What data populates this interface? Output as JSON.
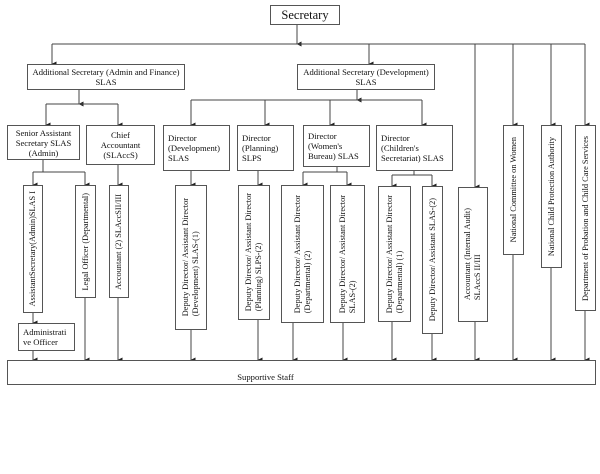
{
  "nodes": {
    "secretary": "Secretary",
    "add_sec_admin": "Additional Secretary (Admin and Finance)\nSLAS",
    "add_sec_dev": "Additional Secretary (Development)\nSLAS",
    "senior_asst_sec": "Senior Assistant\nSecretary SLAS\n(Admin)",
    "chief_accountant": "Chief\nAccountant\n(SLAccS)",
    "dir_development": "Director\n(Development)\nSLAS",
    "dir_planning": "Director\n(Planning)\nSLPS",
    "dir_womens": "Director\n(Women's\nBureau) SLAS",
    "dir_childrens": "Director\n(Children's\nSecretariat) SLAS",
    "asst_secretary": "AssistantSecretary(Admin)SLAS I",
    "legal_officer": "Legal Officer (Departmental)",
    "accountant_2": "Accountant (2) SLAccSII/III",
    "dd_development": "Deputy Director/ Assistant Director\n(Development) SLAS-(1)",
    "dd_planning": "Deputy Director/ Assistant Director\n(Planning) SLPS-(2)",
    "dd_womens_dept": "Deputy Director/ Assistant Director\n(Departmental) (2)",
    "dd_womens_slas": "Deputy Director/ Assistant Director\nSLAS-(2)",
    "dd_children_dept": "Deputy Director/ Assistant Director\n(Departmental) (1)",
    "dd_children_slas": "Deputy Director/ Assistant  SLAS-(2)",
    "accountant_internal_audit": "Accountant (Internal Audit)\nSLAccS II/III",
    "national_committee_women": "National Committee on Women",
    "national_child_protection": "National Child Protection Authority",
    "dept_probation": "Department of Probation and  Child Care Services",
    "admin_officer": "Administrati\nve Officer",
    "supportive_staff": "Supportive Staff"
  },
  "colors": {
    "line": "#444444",
    "border": "#555555",
    "background": "#ffffff"
  }
}
